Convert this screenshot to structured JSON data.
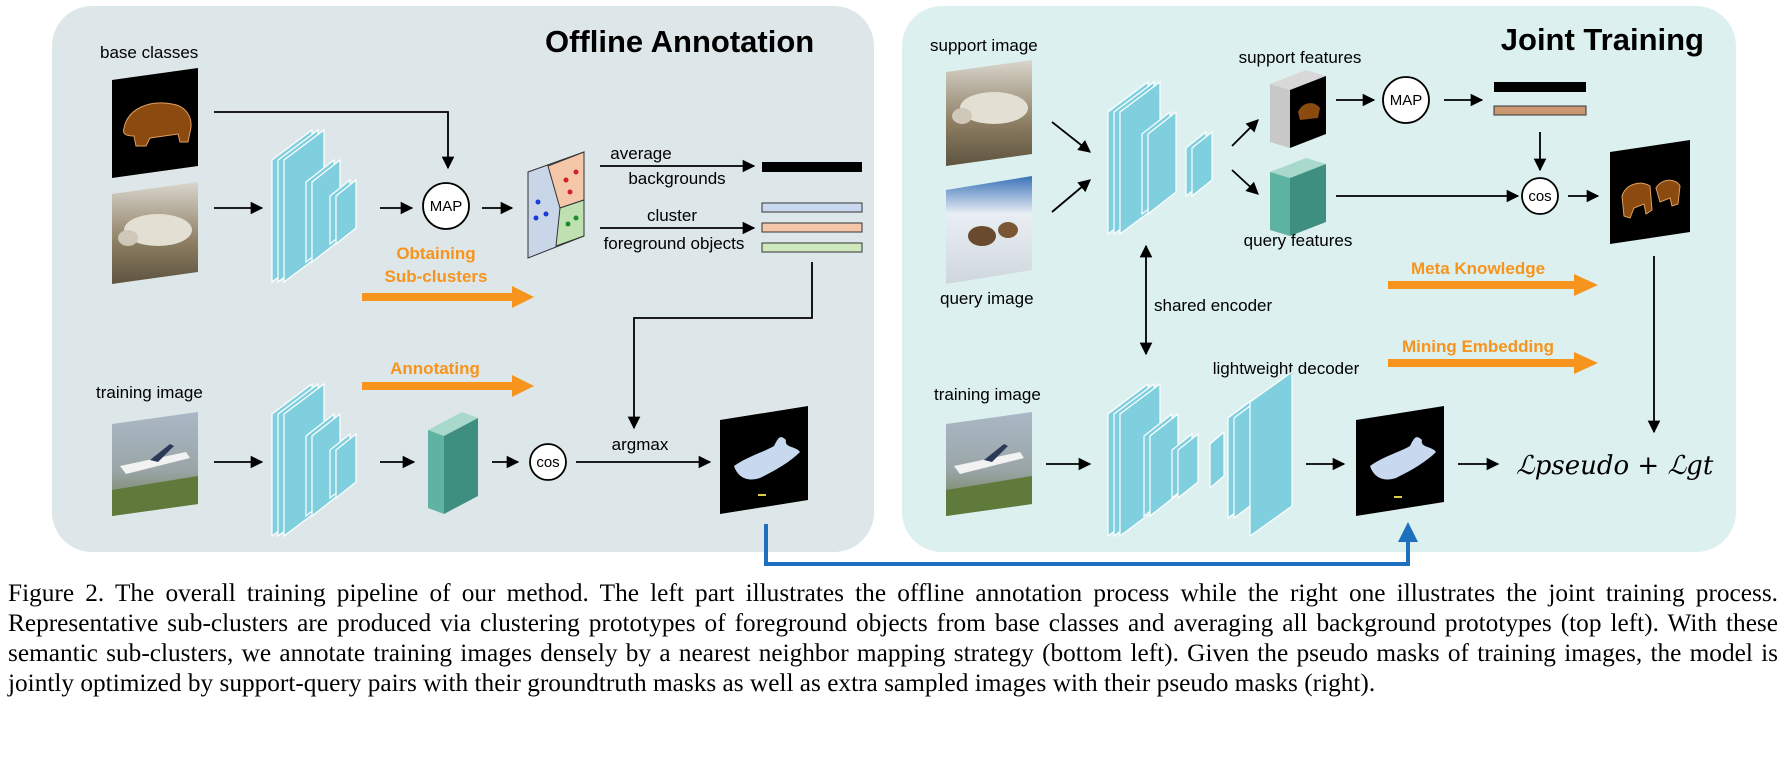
{
  "offline": {
    "title": "Offline Annotation",
    "base_classes": "base classes",
    "map": "MAP",
    "average": "average",
    "backgrounds": "backgrounds",
    "cluster": "cluster",
    "foreground_objects": "foreground objects",
    "obtaining": "Obtaining",
    "sub_clusters": "Sub-clusters",
    "annotating": "Annotating",
    "training_image": "training image",
    "cos": "cos",
    "argmax": "argmax"
  },
  "joint": {
    "title": "Joint Training",
    "support_image": "support image",
    "query_image": "query image",
    "support_features": "support features",
    "query_features": "query features",
    "map": "MAP",
    "cos": "cos",
    "shared_encoder": "shared encoder",
    "meta_knowledge": "Meta Knowledge",
    "mining_embedding": "Mining Embedding",
    "lightweight_decoder": "lightweight decoder",
    "training_image": "training image",
    "loss": "ℒpseudo + ℒgt"
  },
  "caption": "Figure 2. The overall training pipeline of our method. The left part illustrates the offline annotation process while the right one illustrates the joint training process. Representative sub-clusters are produced via clustering prototypes of foreground objects from base classes and averaging all background prototypes (top left). With these semantic sub-clusters, we annotate training images densely by a nearest neighbor mapping strategy (bottom left). Given the pseudo masks of training images, the model is jointly optimized by support-query pairs with their groundtruth masks as well as extra sampled images with their pseudo masks (right).",
  "colors": {
    "left_panel": "#dde6e8",
    "right_panel": "#dcf0ef",
    "encoder": "#7fcfdf",
    "feature_green": "#5fb3a3",
    "accent_orange": "#f7941d",
    "link_blue": "#1f6fbf"
  }
}
